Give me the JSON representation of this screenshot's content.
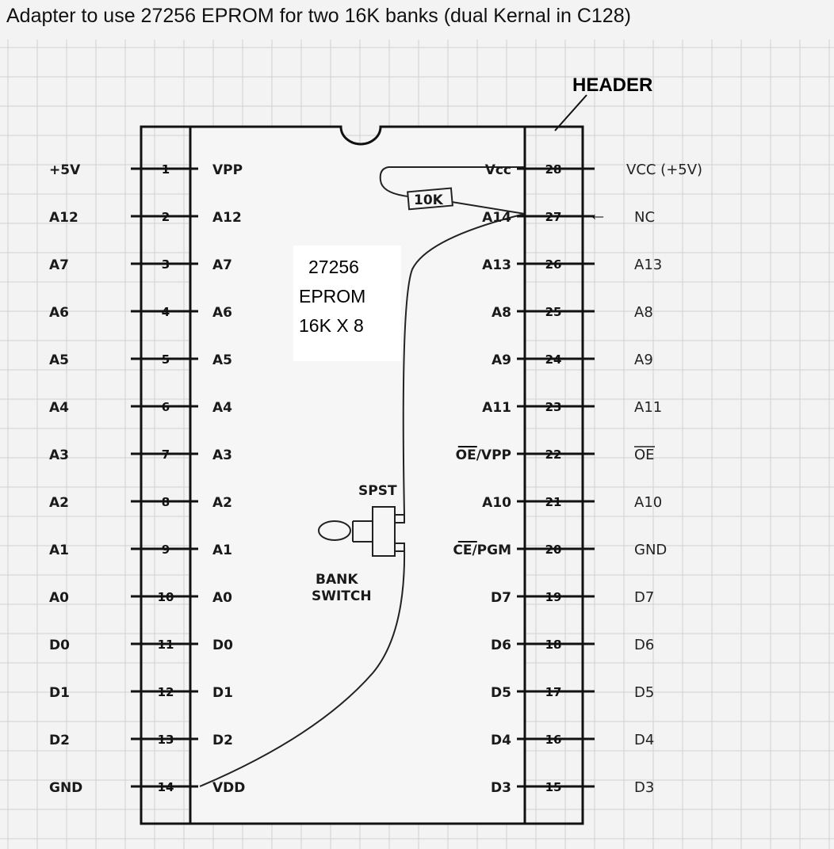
{
  "title": "Adapter to use 27256 EPROM for two 16K banks (dual Kernal in C128)",
  "header_label": "HEADER",
  "chip": {
    "line1": "27256",
    "line2": "EPROM",
    "line3": "16K X 8"
  },
  "resistor": "10K",
  "switch": {
    "type": "SPST",
    "label1": "BANK",
    "label2": "SWITCH"
  },
  "nc_arrow": "←",
  "left_pins": [
    {
      "num": "1",
      "inner": "VPP",
      "outer": "+5V"
    },
    {
      "num": "2",
      "inner": "A12",
      "outer": "A12"
    },
    {
      "num": "3",
      "inner": "A7",
      "outer": "A7"
    },
    {
      "num": "4",
      "inner": "A6",
      "outer": "A6"
    },
    {
      "num": "5",
      "inner": "A5",
      "outer": "A5"
    },
    {
      "num": "6",
      "inner": "A4",
      "outer": "A4"
    },
    {
      "num": "7",
      "inner": "A3",
      "outer": "A3"
    },
    {
      "num": "8",
      "inner": "A2",
      "outer": "A2"
    },
    {
      "num": "9",
      "inner": "A1",
      "outer": "A1"
    },
    {
      "num": "10",
      "inner": "A0",
      "outer": "A0"
    },
    {
      "num": "11",
      "inner": "D0",
      "outer": "D0"
    },
    {
      "num": "12",
      "inner": "D1",
      "outer": "D1"
    },
    {
      "num": "13",
      "inner": "D2",
      "outer": "D2"
    },
    {
      "num": "14",
      "inner": "VDD",
      "outer": "GND"
    }
  ],
  "right_pins": [
    {
      "num": "28",
      "inner": "Vcc",
      "outer": "VCC (+5V)"
    },
    {
      "num": "27",
      "inner": "A14",
      "outer": "NC"
    },
    {
      "num": "26",
      "inner": "A13",
      "outer": "A13"
    },
    {
      "num": "25",
      "inner": "A8",
      "outer": "A8"
    },
    {
      "num": "24",
      "inner": "A9",
      "outer": "A9"
    },
    {
      "num": "23",
      "inner": "A11",
      "outer": "A11"
    },
    {
      "num": "22",
      "inner": "OE/VPP",
      "outer": "OE",
      "overline_inner": "OE",
      "overline_outer": true
    },
    {
      "num": "21",
      "inner": "A10",
      "outer": "A10"
    },
    {
      "num": "20",
      "inner": "CE/PGM",
      "outer": "GND",
      "overline_inner": "CE"
    },
    {
      "num": "19",
      "inner": "D7",
      "outer": "D7"
    },
    {
      "num": "18",
      "inner": "D6",
      "outer": "D6"
    },
    {
      "num": "17",
      "inner": "D5",
      "outer": "D5"
    },
    {
      "num": "16",
      "inner": "D4",
      "outer": "D4"
    },
    {
      "num": "15",
      "inner": "D3",
      "outer": "D3"
    }
  ]
}
